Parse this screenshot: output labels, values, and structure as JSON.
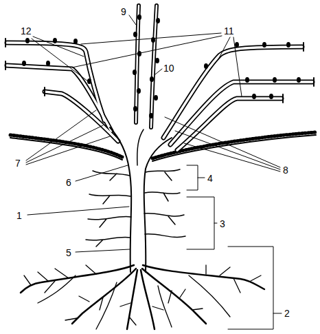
{
  "diagram": {
    "labels": [
      "12",
      "9",
      "11",
      "10",
      "7",
      "8",
      "6",
      "4",
      "1",
      "3",
      "5",
      "2"
    ]
  }
}
